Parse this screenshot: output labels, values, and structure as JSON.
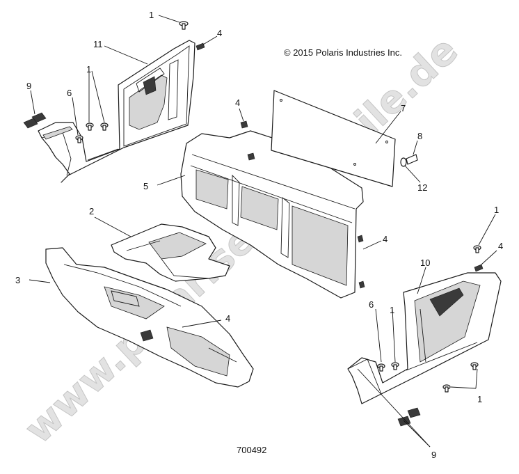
{
  "copyright": "© 2015 Polaris Industries Inc.",
  "diagram_number": "700492",
  "watermark": "www.polarisersatzteile.de",
  "callouts": {
    "c1_top": "1",
    "c4_top": "4",
    "c11": "11",
    "c1_left": "1",
    "c9_left": "9",
    "c6_left": "6",
    "c4_mid": "4",
    "c7": "7",
    "c8": "8",
    "c5": "5",
    "c12": "12",
    "c2": "2",
    "c4_right": "4",
    "c1_right": "1",
    "c4_far_right": "4",
    "c3": "3",
    "c10": "10",
    "c4_bottom": "4",
    "c6_right": "6",
    "c1_right_low": "1",
    "c1_bottom_right": "1",
    "c9_bottom": "9"
  }
}
